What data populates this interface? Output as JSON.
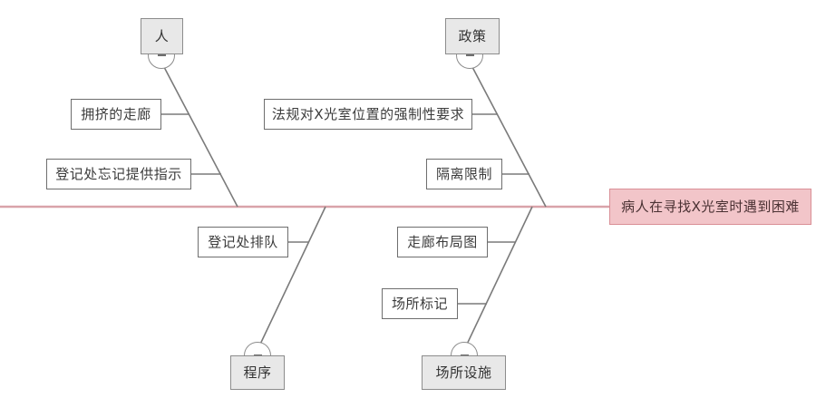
{
  "diagram": {
    "type": "fishbone-ishikawa",
    "effect": {
      "label": "病人在寻找X光室时遇到困难",
      "fill": "#f2c5c9",
      "border": "#d98f96"
    },
    "spine": {
      "color": "#d9a3a9"
    },
    "categories": [
      {
        "id": "people",
        "label": "人",
        "position": "top-left",
        "toggle_icon": "collapse-minus-icon",
        "causes": [
          {
            "label": "拥挤的走廊"
          },
          {
            "label": "登记处忘记提供指示"
          }
        ]
      },
      {
        "id": "policy",
        "label": "政策",
        "position": "top-right",
        "toggle_icon": "collapse-minus-icon",
        "causes": [
          {
            "label": "法规对X光室位置的强制性要求"
          },
          {
            "label": "隔离限制"
          }
        ]
      },
      {
        "id": "procedure",
        "label": "程序",
        "position": "bottom-left",
        "toggle_icon": "collapse-minus-icon",
        "causes": [
          {
            "label": "登记处排队"
          }
        ]
      },
      {
        "id": "place",
        "label": "场所设施",
        "position": "bottom-right",
        "toggle_icon": "collapse-minus-icon",
        "causes": [
          {
            "label": "走廊布局图"
          },
          {
            "label": "场所标记"
          }
        ]
      }
    ]
  }
}
